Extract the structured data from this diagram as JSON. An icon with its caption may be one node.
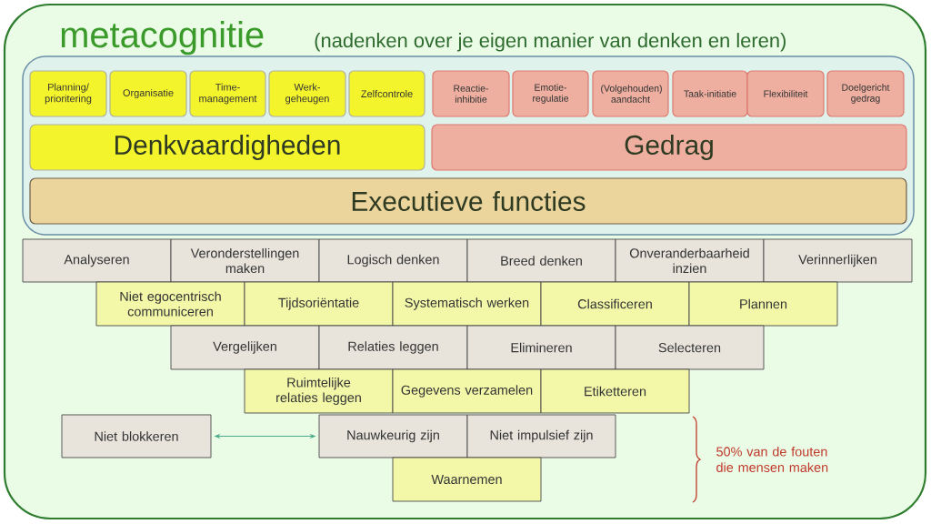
{
  "diagram": {
    "nodes": [
      {
        "text": [
          "metacognitie",
          "(nadenken over je eigen manier van denken en leren)"
        ]
      },
      {
        "text": [],
        "shape": "box",
        "in": 0
      },
      {
        "text": [
          "Planning/ prioritering"
        ],
        "in": 1
      },
      {
        "text": [
          "Organisatie"
        ],
        "in": 1
      },
      {
        "text": [
          "Time- management"
        ],
        "in": 1
      },
      {
        "text": [
          "Werk- geheugen"
        ],
        "in": 1
      },
      {
        "text": [
          "Zelfcontrole"
        ],
        "in": 1
      },
      {
        "text": [
          "Reactie- inhibitie"
        ],
        "in": 1
      },
      {
        "text": [
          "Emotie- regulatie"
        ],
        "in": 1
      },
      {
        "text": [
          "(Volgehouden) aandacht"
        ],
        "in": 1
      },
      {
        "text": [
          "Taak-initiatie"
        ],
        "in": 1
      },
      {
        "text": [
          "Flexibiliteit"
        ],
        "in": 1
      },
      {
        "text": [
          "Doelgericht gedrag"
        ],
        "in": 1
      },
      {
        "text": [
          "Denkvaardigheden"
        ],
        "in": 1
      },
      {
        "text": [
          "Gedrag"
        ],
        "in": 1
      },
      {
        "text": [
          "Executieve functies"
        ],
        "in": 1
      },
      {
        "text": [
          "Analyseren"
        ],
        "in": 0
      },
      {
        "text": [
          "Veronderstellingen maken"
        ],
        "in": 0
      },
      {
        "text": [
          "Logisch denken"
        ],
        "in": 0
      },
      {
        "text": [
          "Breed denken"
        ],
        "in": 0
      },
      {
        "text": [
          "Onveranderbaarheid inzien"
        ],
        "in": 0
      },
      {
        "text": [
          "Verinnerlijken"
        ],
        "in": 0
      },
      {
        "text": [
          "Niet egocentrisch communiceren"
        ],
        "in": 0
      },
      {
        "text": [
          "Tijdsoriëntatie"
        ],
        "in": 0
      },
      {
        "text": [
          "Systematisch werken"
        ],
        "in": 0
      },
      {
        "text": [
          "Classificeren"
        ],
        "in": 0
      },
      {
        "text": [
          "Plannen"
        ],
        "in": 0
      },
      {
        "text": [
          "Vergelijken"
        ],
        "in": 0
      },
      {
        "text": [
          "Relaties leggen"
        ],
        "in": 0
      },
      {
        "text": [
          "Elimineren"
        ],
        "in": 0
      },
      {
        "text": [
          "Selecteren"
        ],
        "in": 0
      },
      {
        "text": [
          "Ruimtelijke relaties leggen"
        ],
        "in": 0
      },
      {
        "text": [
          "Gegevens verzamelen"
        ],
        "in": 0
      },
      {
        "text": [
          "Etiketteren"
        ],
        "in": 0
      },
      {
        "text": [
          "Niet blokkeren"
        ],
        "in": 0
      },
      {
        "text": [
          "Nauwkeurig zijn"
        ],
        "in": 0
      },
      {
        "text": [
          "Niet impulsief zijn"
        ],
        "in": 0
      },
      {
        "text": [
          "Waarnemen"
        ],
        "in": 0
      }
    ],
    "edges": [
      {
        "from": 34,
        "to": 35,
        "arrow": "both"
      }
    ],
    "labels": [
      "50% van de fouten die mensen maken"
    ]
  }
}
